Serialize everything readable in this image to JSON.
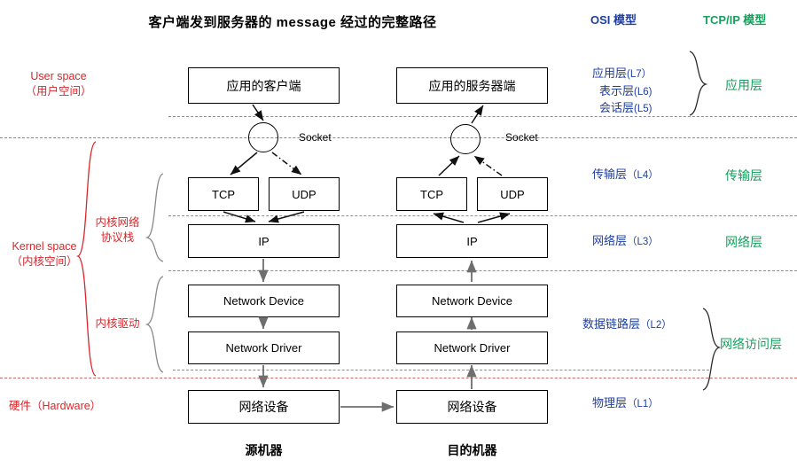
{
  "title": "客户端发到服务器的 message 经过的完整路径",
  "headers": {
    "osi": "OSI 模型",
    "tcpip": "TCP/IP 模型"
  },
  "colors": {
    "osi_blue": "#1f3fa0",
    "tcpip_green": "#17a05e",
    "annotation_red": "#d8262b",
    "divider_blue": "#5b9bd5",
    "divider_red": "#d06a6a",
    "box_border": "#000000",
    "background": "#ffffff"
  },
  "left_annotations": {
    "user_space_en": "User space",
    "user_space_cn": "（用户空间）",
    "kernel_space_en": "Kernel space",
    "kernel_space_cn": "（内核空间）",
    "kernel_net_stack_l1": "内核网络",
    "kernel_net_stack_l2": "协议栈",
    "kernel_driver": "内核驱动",
    "hardware": "硬件（Hardware）"
  },
  "source_machine": {
    "caption": "源机器",
    "app": "应用的客户端",
    "socket": "Socket",
    "tcp": "TCP",
    "udp": "UDP",
    "ip": "IP",
    "network_device": "Network Device",
    "network_driver": "Network Driver",
    "hardware_device": "网络设备"
  },
  "dest_machine": {
    "caption": "目的机器",
    "app": "应用的服务器端",
    "socket": "Socket",
    "tcp": "TCP",
    "udp": "UDP",
    "ip": "IP",
    "network_device": "Network Device",
    "network_driver": "Network Driver",
    "hardware_device": "网络设备"
  },
  "osi_layers": [
    {
      "name": "应用层",
      "level": "(L7）"
    },
    {
      "name": "表示层",
      "level": "(L6)"
    },
    {
      "name": "会话层",
      "level": "(L5)"
    },
    {
      "name": "传输层",
      "level": "（L4）"
    },
    {
      "name": "网络层",
      "level": "（L3）"
    },
    {
      "name": "数据链路层",
      "level": "（L2）"
    },
    {
      "name": "物理层",
      "level": "（L1）"
    }
  ],
  "tcpip_layers": [
    {
      "name": "应用层"
    },
    {
      "name": "传输层"
    },
    {
      "name": "网络层"
    },
    {
      "name": "网络访问层"
    }
  ]
}
